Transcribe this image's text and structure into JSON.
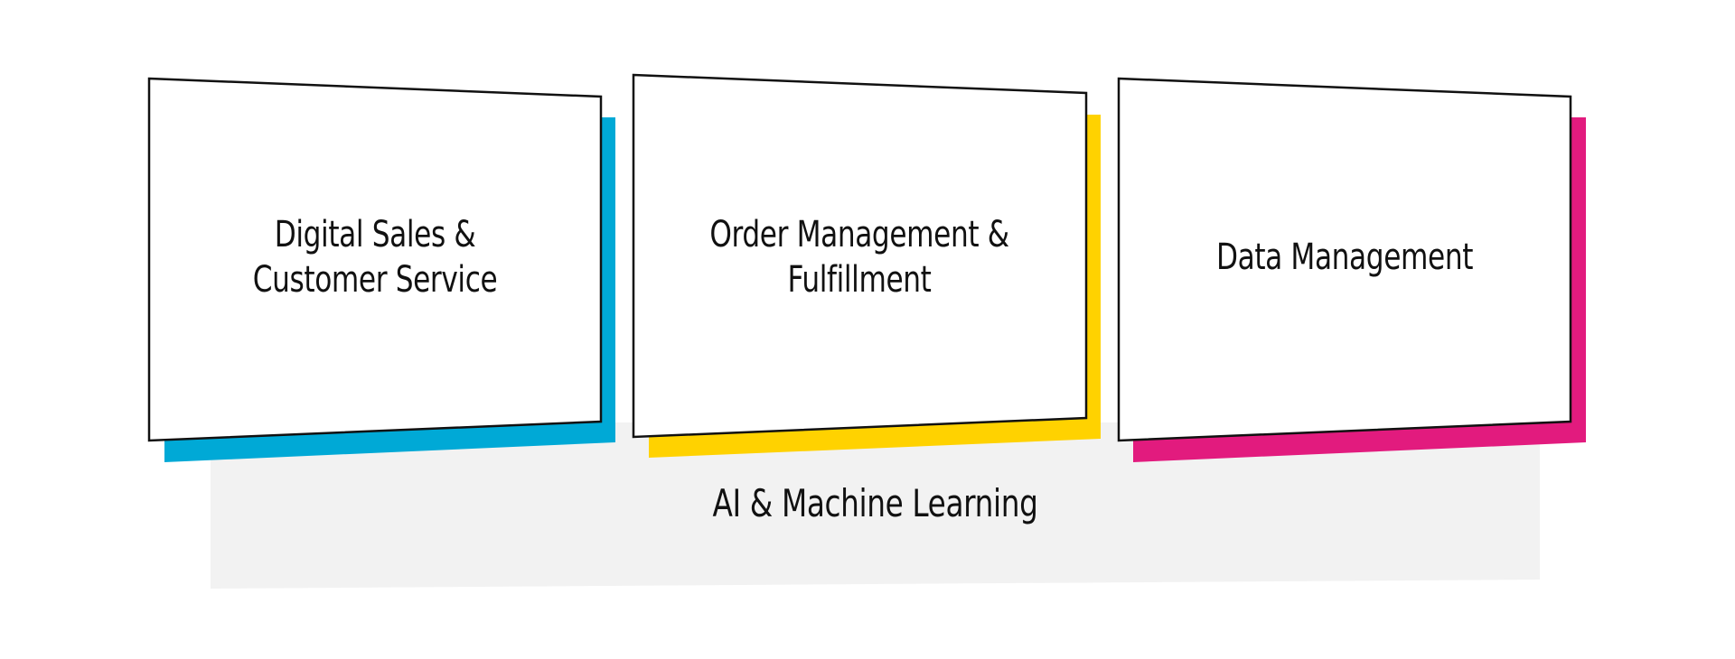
{
  "boxes": [
    {
      "label": "Digital Sales &\nCustomer Service",
      "accent": "#00A9D6"
    },
    {
      "label": "Order Management &\nFulfillment",
      "accent": "#FFD200"
    },
    {
      "label": "Data Management",
      "accent": "#E21B7E"
    }
  ],
  "foundation": {
    "label": "AI & Machine Learning",
    "fill": "#F2F2F2"
  },
  "colors": {
    "box_fill": "#FFFFFF",
    "box_stroke": "#111111",
    "text": "#111111"
  }
}
